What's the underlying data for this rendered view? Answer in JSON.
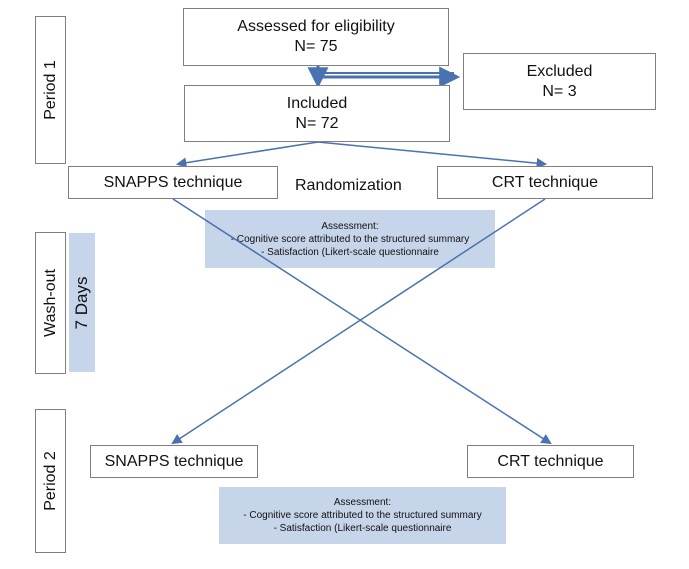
{
  "boxes": {
    "eligibility": {
      "title": "Assessed for eligibility",
      "count": "N= 75"
    },
    "excluded": {
      "title": "Excluded",
      "count": "N= 3"
    },
    "included": {
      "title": "Included",
      "count": "N= 72"
    },
    "snapps_top": {
      "label": "SNAPPS technique"
    },
    "crt_top": {
      "label": "CRT technique"
    },
    "snapps_bottom": {
      "label": "SNAPPS technique"
    },
    "crt_bottom": {
      "label": "CRT technique"
    }
  },
  "randomization": "Randomization",
  "assessment_1": {
    "title": "Assessment:",
    "item_1": "-  Cognitive score attributed to the structured summary",
    "item_2": "-  Satisfaction (Likert-scale questionnaire"
  },
  "assessment_2": {
    "title": "Assessment:",
    "item_1": "-  Cognitive score attributed to the structured summary",
    "item_2": "-  Satisfaction (Likert-scale questionnaire"
  },
  "periods": {
    "period_1": "Period 1",
    "washout": "Wash-out",
    "days": "7 Days",
    "period_2": "Period 2"
  },
  "colors": {
    "arrow": "#4a72b0",
    "assessment_fill": "#c6d5ea",
    "days_fill": "#c6d5ea",
    "border": "#7f7f7f"
  }
}
